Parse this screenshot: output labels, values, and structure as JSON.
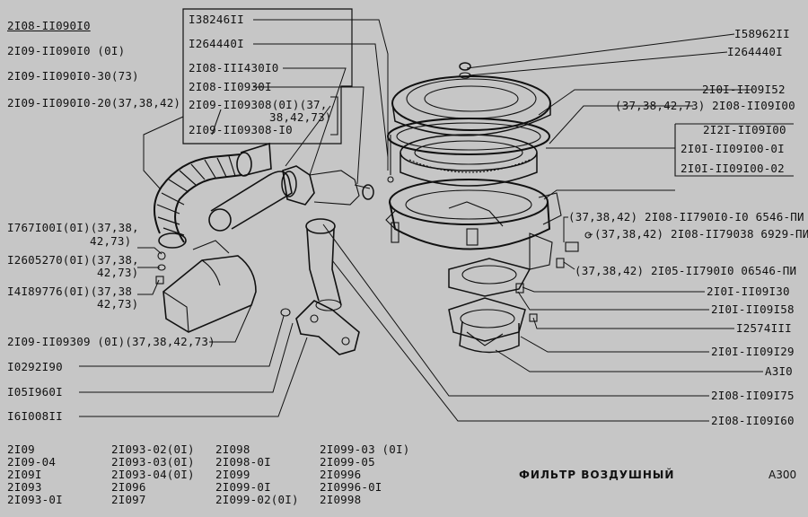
{
  "top_left": {
    "variants": [
      "2I08-II090I0",
      "2I09-II090I0 (0I)",
      "2I09-II090I0-30(73)",
      "2I09-II090I0-20(37,38,42)"
    ]
  },
  "left_box": {
    "items": [
      "I38246II",
      "I264440I",
      "2I08-III430I0",
      "2I08-II0930I",
      "2I09-II09308(0I)(37,",
      "38,42,73)",
      "2I09-II09308-I0"
    ]
  },
  "left_labels": {
    "items": [
      {
        "l1": "I767I00I(0I)(37,38,",
        "l2": "42,73)"
      },
      {
        "l1": "I2605270(0I)(37,38,",
        "l2": "42,73)"
      },
      {
        "l1": "I4I89776(0I)(37,38",
        "l2": "42,73)"
      },
      {
        "l1": "2I09-II09309 (0I)(37,38,42,73)",
        "l2": ""
      },
      {
        "l1": "I0292I90",
        "l2": ""
      },
      {
        "l1": "I05I960I",
        "l2": ""
      },
      {
        "l1": "I6I008II",
        "l2": ""
      }
    ]
  },
  "right_labels": {
    "items": [
      "I58962II",
      "I264440I",
      "2I0I-II09I52",
      "(37,38,42,73) 2I08-II09I00",
      "2I2I-II09I00",
      "2I0I-II09I00-0I",
      "2I0I-II09I00-02",
      "(37,38,42) 2I08-II790I0-I0 6546-ПИ",
      "(37,38,42) 2I08-II79038 6929-ПИ",
      "(37,38,42) 2I05-II790I0 06546-ПИ",
      "2I0I-II09I30",
      "2I0I-II09I58",
      "I2574III",
      "2I0I-II09I29",
      "A3I0",
      "2I08-II09I75",
      "2I08-II09I60"
    ]
  },
  "models": {
    "columns": [
      [
        "2I09",
        "2I09-04",
        "2I09I",
        "2I093",
        "2I093-0I"
      ],
      [
        "2I093-02(0I)",
        "2I093-03(0I)",
        "2I093-04(0I)",
        "2I096",
        "2I097"
      ],
      [
        "2I098",
        "2I098-0I",
        "2I099",
        "2I099-0I",
        "2I099-02(0I)"
      ],
      [
        "2I099-03 (0I)",
        "2I099-05",
        "2I0996",
        "2I0996-0I",
        "2I0998"
      ]
    ]
  },
  "title": "ФИЛЬТР ВОЗДУШНЫЙ",
  "code": "А300"
}
